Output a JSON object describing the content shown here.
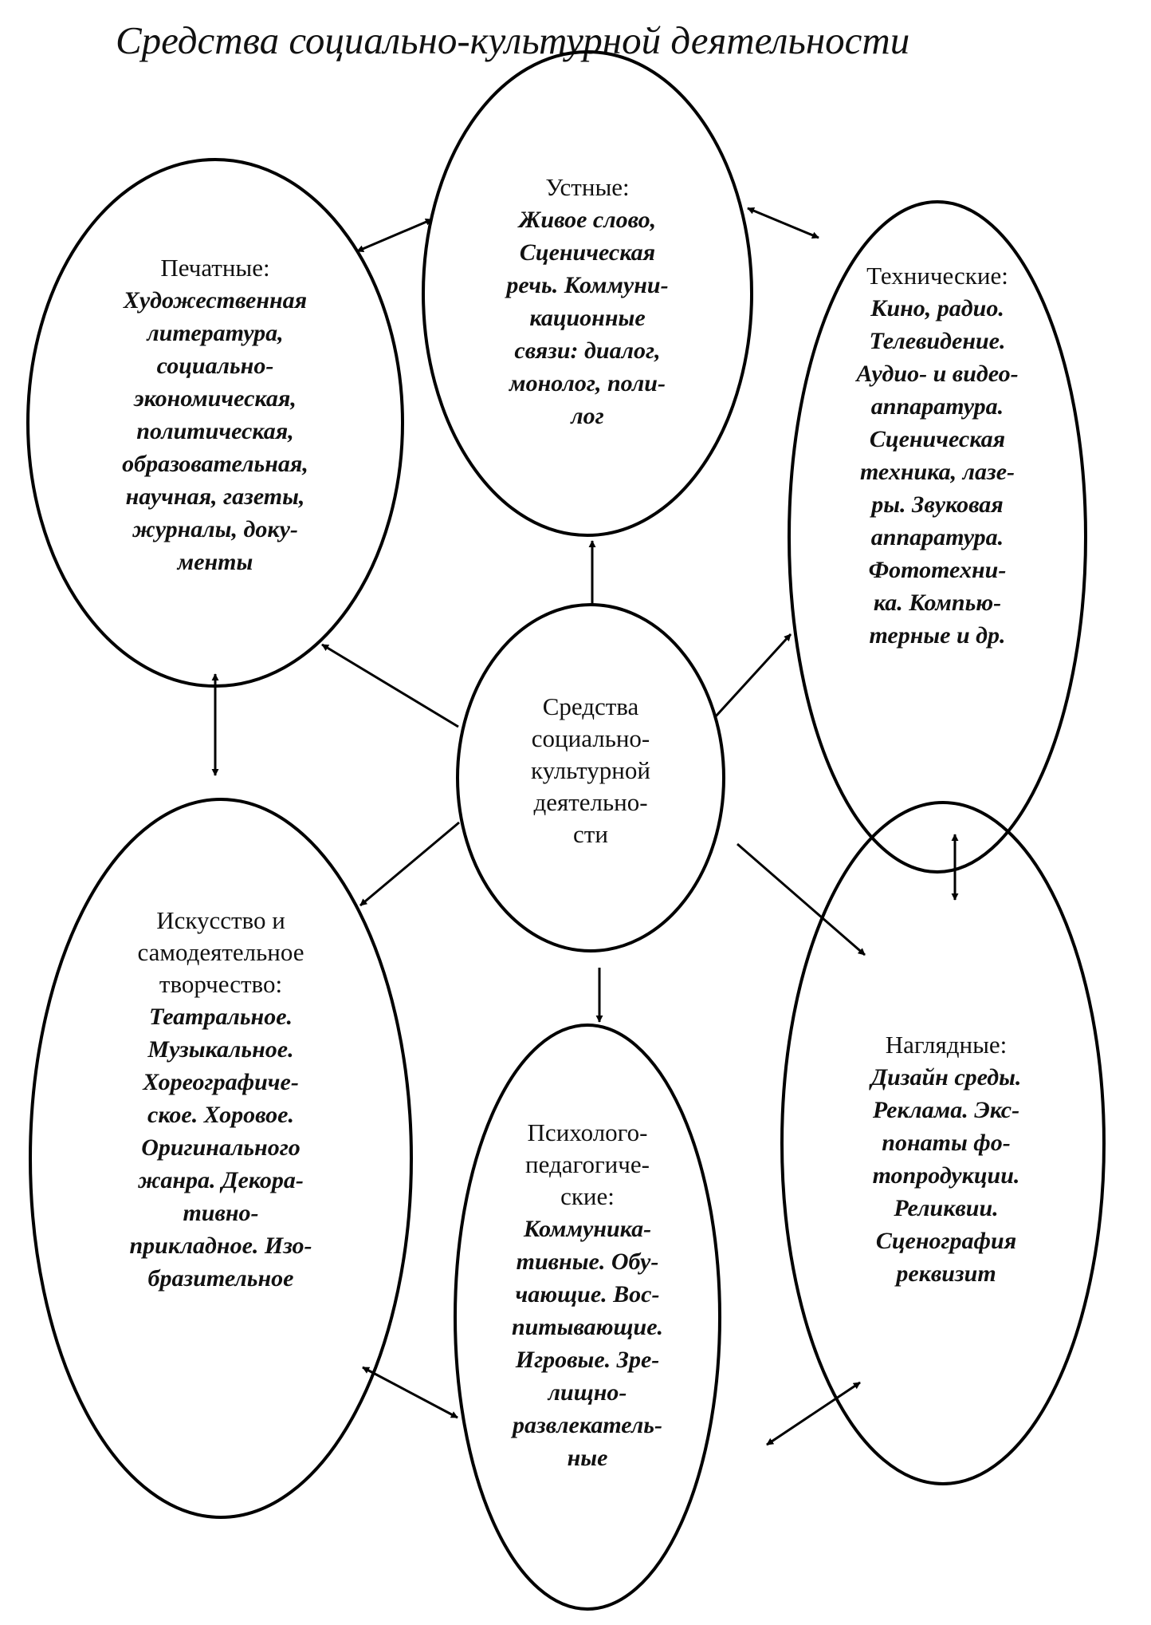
{
  "title": "Средства социально-культурной деятельности",
  "center": {
    "lines": [
      "Средства",
      "социально-",
      "культурной",
      "деятельно-",
      "сти"
    ]
  },
  "nodes": {
    "printed": {
      "head": "Печатные:",
      "lines": [
        "Художественная",
        "литература,",
        "социально-",
        "экономическая,",
        "политическая,",
        "образовательная,",
        "научная, газеты,",
        "журналы, доку-",
        "менты"
      ]
    },
    "oral": {
      "head": "Устные:",
      "lines": [
        "Живое слово,",
        "Сценическая",
        "речь. Коммуни-",
        "кационные",
        "связи: диалог,",
        "монолог, поли-",
        "лог"
      ]
    },
    "technical": {
      "head": "Технические:",
      "lines": [
        "Кино, радио.",
        "Телевидение.",
        "Аудио- и видео-",
        "аппаратура.",
        "Сценическая",
        "техника, лазе-",
        "ры. Звуковая",
        "аппаратура.",
        "Фототехни-",
        "ка. Компью-",
        "терные и др."
      ]
    },
    "art": {
      "head_lines": [
        "Искусство и",
        "самодеятельное",
        "творчество:"
      ],
      "lines": [
        "Театральное.",
        "Музыкальное.",
        "Хореографиче-",
        "ское. Хоровое.",
        "Оригинального",
        "жанра. Декора-",
        "тивно-",
        "прикладное. Изо-",
        "бразительное"
      ]
    },
    "psych": {
      "head_lines": [
        "Психолого-",
        "педагогиче-",
        "ские:"
      ],
      "lines": [
        "Коммуника-",
        "тивные. Обу-",
        "чающие. Вос-",
        "питывающие.",
        "Игровые. Зре-",
        "лищно-",
        "развлекатель-",
        "ные"
      ]
    },
    "visual": {
      "head": "Наглядные:",
      "lines": [
        "Дизайн среды.",
        "Реклама. Экс-",
        "понаты фо-",
        "топродукции.",
        "Реликвии.",
        "Сценография",
        "реквизит"
      ]
    }
  }
}
